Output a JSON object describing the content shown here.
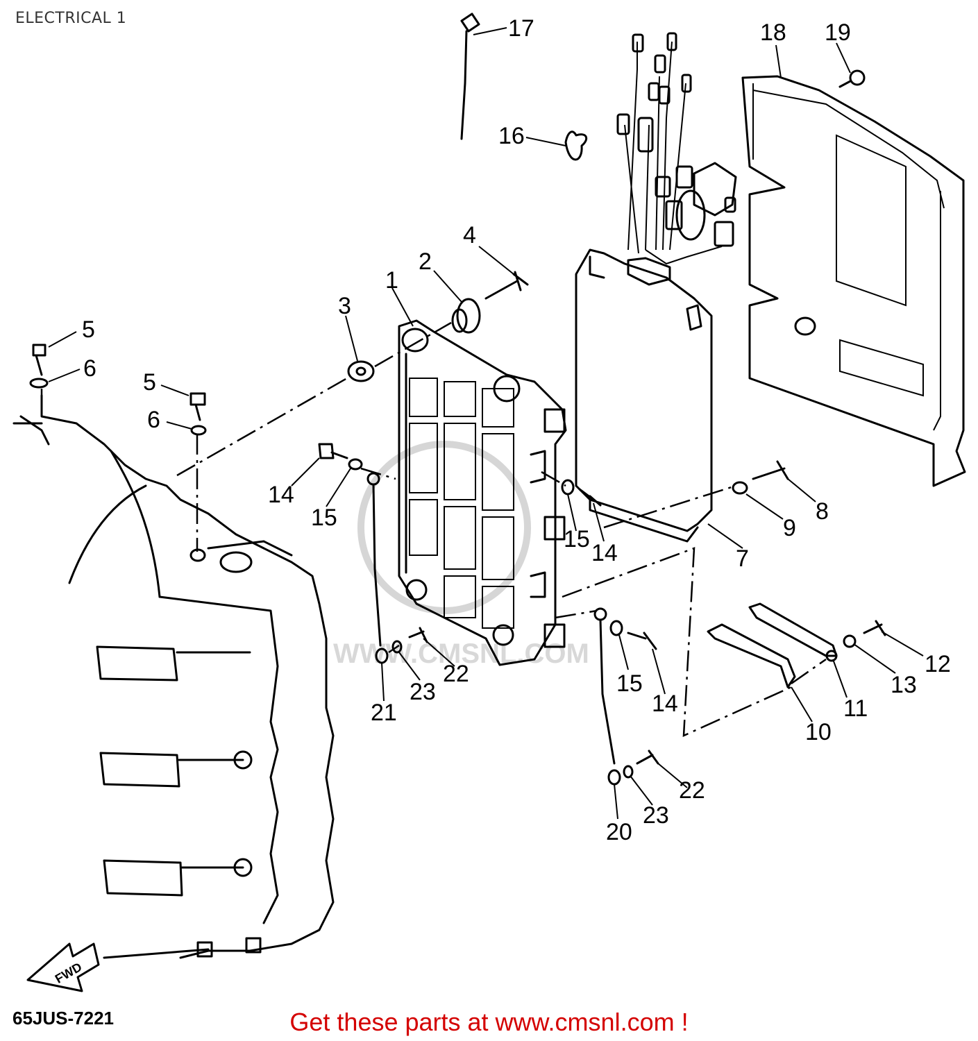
{
  "title": "ELECTRICAL 1",
  "drawing_code": "65JUS-7221",
  "fwd_label": "FWD",
  "watermark": "WWW.CMSNL.COM",
  "footer": "Get these parts at www.cmsnl.com !",
  "callouts": {
    "c1": "1",
    "c2": "2",
    "c3": "3",
    "c4": "4",
    "c5a": "5",
    "c5b": "5",
    "c6a": "6",
    "c6b": "6",
    "c7": "7",
    "c8": "8",
    "c9": "9",
    "c10": "10",
    "c11": "11",
    "c12": "12",
    "c13": "13",
    "c14a": "14",
    "c14b": "14",
    "c14c": "14",
    "c15a": "15",
    "c15b": "15",
    "c15c": "15",
    "c16": "16",
    "c17": "17",
    "c18": "18",
    "c19": "19",
    "c20": "20",
    "c21": "21",
    "c22a": "22",
    "c22b": "22",
    "c23a": "23",
    "c23b": "23"
  }
}
